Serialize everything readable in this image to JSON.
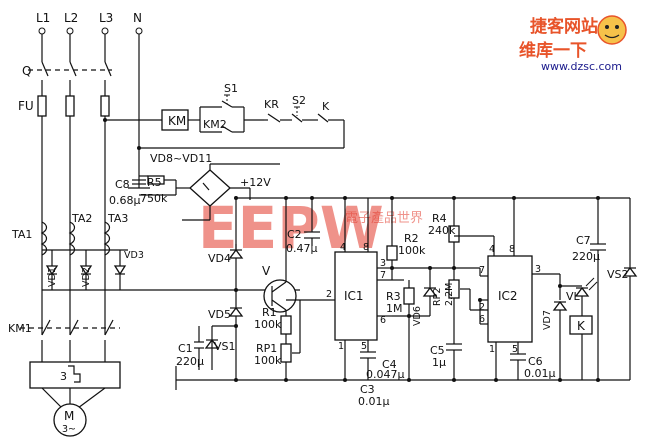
{
  "lines": [
    "L1",
    "L2",
    "L3",
    "N"
  ],
  "labels": {
    "q": "Q",
    "fu": "FU",
    "km": "KM",
    "s1": "S1",
    "km2": "KM2",
    "kr": "KR",
    "s2": "S2",
    "k": "K",
    "vd8_11": "VD8~VD11",
    "c8": "C8",
    "c8v": "0.68μ",
    "r5": "R5",
    "r5v": "750k",
    "v12": "+12V",
    "ta1": "TA1",
    "ta2": "TA2",
    "ta3": "TA3",
    "vd1": "VD1",
    "vd2": "VD2",
    "vd3": "VD3",
    "vd4": "VD4",
    "vd5": "VD5",
    "vs1": "VS1",
    "c1": "C1",
    "c1v": "220μ",
    "v": "V",
    "r1": "R1",
    "r1v": "100k",
    "rp1": "RP1",
    "rp1v": "100k",
    "c2": "C2",
    "c2v": "0.47μ",
    "ic1": "IC1",
    "p4": "4",
    "p8": "8",
    "p3": "3",
    "p7": "7",
    "p6": "6",
    "p2": "2",
    "p1": "1",
    "p5": "5",
    "r2": "R2",
    "r2v": "100k",
    "r3": "R3",
    "r3v": "1M",
    "vd6": "VD6",
    "c4": "C4",
    "c4v": "0.047μ",
    "c3": "C3",
    "c3v": "0.01μ",
    "r4": "R4",
    "r4v": "240k",
    "rp2": "RP2",
    "rp2v": "2.2M",
    "c5": "C5",
    "c5v": "1μ",
    "ic2": "IC2",
    "c6": "C6",
    "c6v": "0.01μ",
    "c7": "C7",
    "c7v": "220μ",
    "vs2": "VS2",
    "vd7": "VD7",
    "vl": "VL",
    "kcoil": "K",
    "km1": "KM1",
    "relay3": "3",
    "motor_m": "M",
    "motor_phase": "3~"
  },
  "watermark": {
    "logo": "EEPW",
    "chinese": "電子產品世界"
  },
  "corner": {
    "line1": "捷客网站",
    "line2": "维库一下",
    "url": "www.dzsc.com"
  },
  "colors": {
    "ink": "#111111",
    "watermark": "#e33a2c",
    "corner_accent": "#e8542a"
  }
}
